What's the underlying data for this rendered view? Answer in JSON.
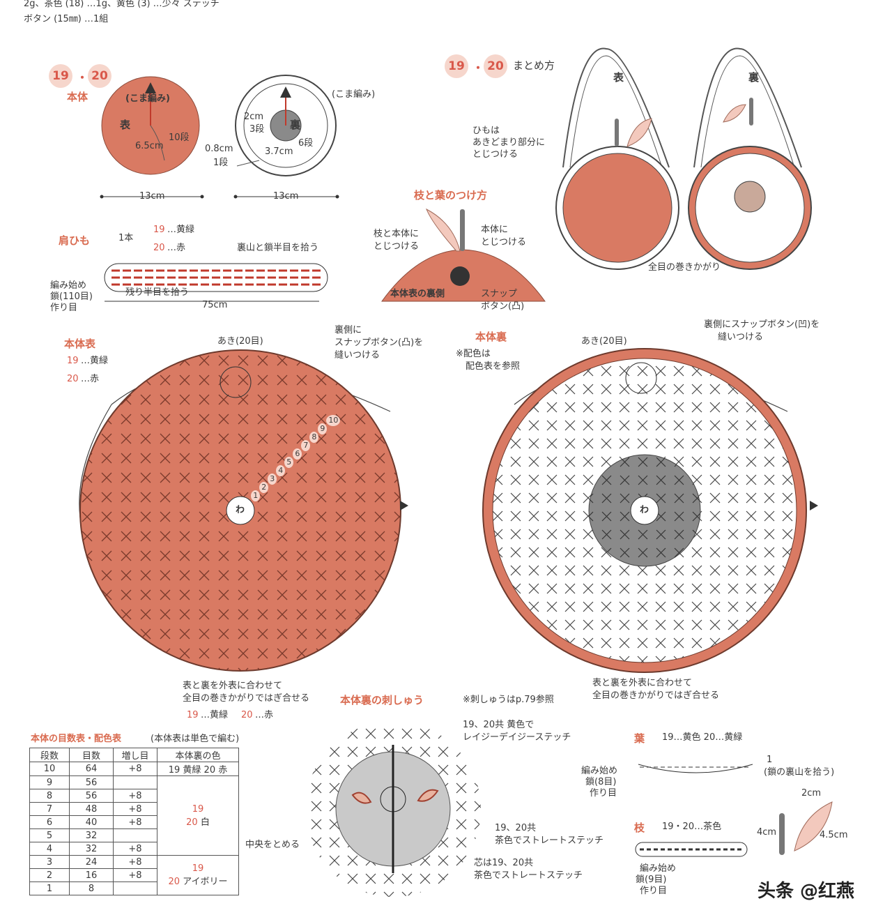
{
  "header": {
    "line1": "2g、茶色 (18) …1g、黄色 (3) …少々 ステッチ",
    "line2": "ボタン (15㎜) …1組"
  },
  "body_section": {
    "num_a": "19",
    "num_sep": "・",
    "num_b": "20",
    "title": "本体",
    "front_label": "表",
    "back_label": "裏",
    "kome_front": "(こま編み)",
    "kome_back": "(こま編み)",
    "front_radius": "6.5cm",
    "front_rows": "10段",
    "back_inner": "2cm",
    "back_inner_rows": "3段",
    "back_ring": "3.7cm",
    "back_ring_rows": "6段",
    "edge": "0.8cm",
    "edge_rows": "1段",
    "width_front": "13cm",
    "width_back": "13cm"
  },
  "assembly": {
    "num_a": "19",
    "num_sep": "・",
    "num_b": "20",
    "title": "まとめ方",
    "front": "表",
    "back": "裏",
    "strap_note_1": "ひもは",
    "strap_note_2": "あきどまり部分に",
    "strap_note_3": "とじつける",
    "whip": "全目の巻きかがり"
  },
  "stem_leaf": {
    "title": "枝と葉のつけ方",
    "left_1": "枝と本体に",
    "left_2": "とじつける",
    "right_1": "本体に",
    "right_2": "とじつける",
    "inside": "本体表の裏側",
    "snap_1": "スナップ",
    "snap_2": "ボタン(凸)"
  },
  "strap": {
    "title": "肩ひも",
    "count": "1本",
    "c19": "19",
    "c19_text": "…黄緑",
    "c20": "20",
    "c20_text": "…赤",
    "pickup_top": "裏山と鎖半目を拾う",
    "start_1": "編み始め",
    "start_2": "鎖(110目)",
    "start_3": "作り目",
    "pickup_bottom": "残り半目を拾う",
    "length": "75cm"
  },
  "front_chart": {
    "title": "本体表",
    "c19": "19",
    "c19_text": "…黄緑",
    "c20": "20",
    "c20_text": "…赤",
    "opening": "あき(20目)",
    "snap_1": "裏側に",
    "snap_2": "スナップボタン(凸)を",
    "snap_3": "縫いつける",
    "center": "わ",
    "join_1": "表と裏を外表に合わせて",
    "join_2": "全目の巻きかがりではぎ合せる",
    "join_c19": "19",
    "join_c19_text": "…黄緑",
    "join_c20": "20",
    "join_c20_text": "…赤",
    "row_marks": [
      "1",
      "2",
      "3",
      "4",
      "5",
      "6",
      "7",
      "8",
      "9",
      "10"
    ]
  },
  "back_chart": {
    "title": "本体裏",
    "note_1": "※配色は",
    "note_2": "配色表を参照",
    "opening": "あき(20目)",
    "snap_1": "裏側にスナップボタン(凹)を",
    "snap_2": "縫いつける",
    "center": "わ",
    "join_1": "表と裏を外表に合わせて",
    "join_2": "全目の巻きかがりではぎ合せる"
  },
  "count_table": {
    "title": "本体の目数表・配色表",
    "subtitle": "(本体表は単色で編む)",
    "headers": [
      "段数",
      "目数",
      "増し目",
      "本体裏の色"
    ],
    "rows": [
      {
        "row": "10",
        "count": "64",
        "inc": "+8",
        "color": "19 黄緑 20 赤"
      },
      {
        "row": "9",
        "count": "56",
        "inc": "",
        "color": ""
      },
      {
        "row": "8",
        "count": "56",
        "inc": "+8",
        "color": ""
      },
      {
        "row": "7",
        "count": "48",
        "inc": "+8",
        "color": ""
      },
      {
        "row": "6",
        "count": "40",
        "inc": "+8",
        "color": ""
      },
      {
        "row": "5",
        "count": "32",
        "inc": "",
        "color": ""
      },
      {
        "row": "4",
        "count": "32",
        "inc": "+8",
        "color": ""
      },
      {
        "row": "3",
        "count": "24",
        "inc": "+8",
        "color": ""
      },
      {
        "row": "2",
        "count": "16",
        "inc": "+8",
        "color": ""
      },
      {
        "row": "1",
        "count": "8",
        "inc": "",
        "color": ""
      }
    ],
    "group_white_num1": "19",
    "group_white_num2": "20",
    "group_white": "白",
    "group_ivory_num1": "19",
    "group_ivory_num2": "20",
    "group_ivory": "アイボリー"
  },
  "embroidery": {
    "title": "本体裏の刺しゅう",
    "ref": "※刺しゅうはp.79参照",
    "lazy_1": "19、20共 黄色で",
    "lazy_2": "レイジーデイジーステッチ",
    "center": "中央をとめる",
    "straight_a1": "19、20共",
    "straight_a2": "茶色でストレートステッチ",
    "straight_b1": "芯は19、20共",
    "straight_b2": "茶色でストレートステッチ"
  },
  "leaf": {
    "title": "葉",
    "colors": "19…黄色 20…黄緑",
    "pick_num": "1",
    "pick": "(鎖の裏山を拾う)",
    "start_1": "編み始め",
    "start_2": "鎖(8目)",
    "start_3": "作り目"
  },
  "twig": {
    "title": "枝",
    "colors": "19・20…茶色",
    "start_1": "編み始め",
    "start_2": "鎖(9目)",
    "start_3": "作り目",
    "dim_w": "2cm",
    "dim_h": "4cm",
    "dim_l": "4.5cm"
  },
  "watermark": "头条 @红燕",
  "colors": {
    "body": "#d97a63",
    "body_dark": "#b55a45",
    "gray": "#8a8a8a",
    "accent": "#d9584a",
    "ivory_ring": "#d97a63"
  }
}
